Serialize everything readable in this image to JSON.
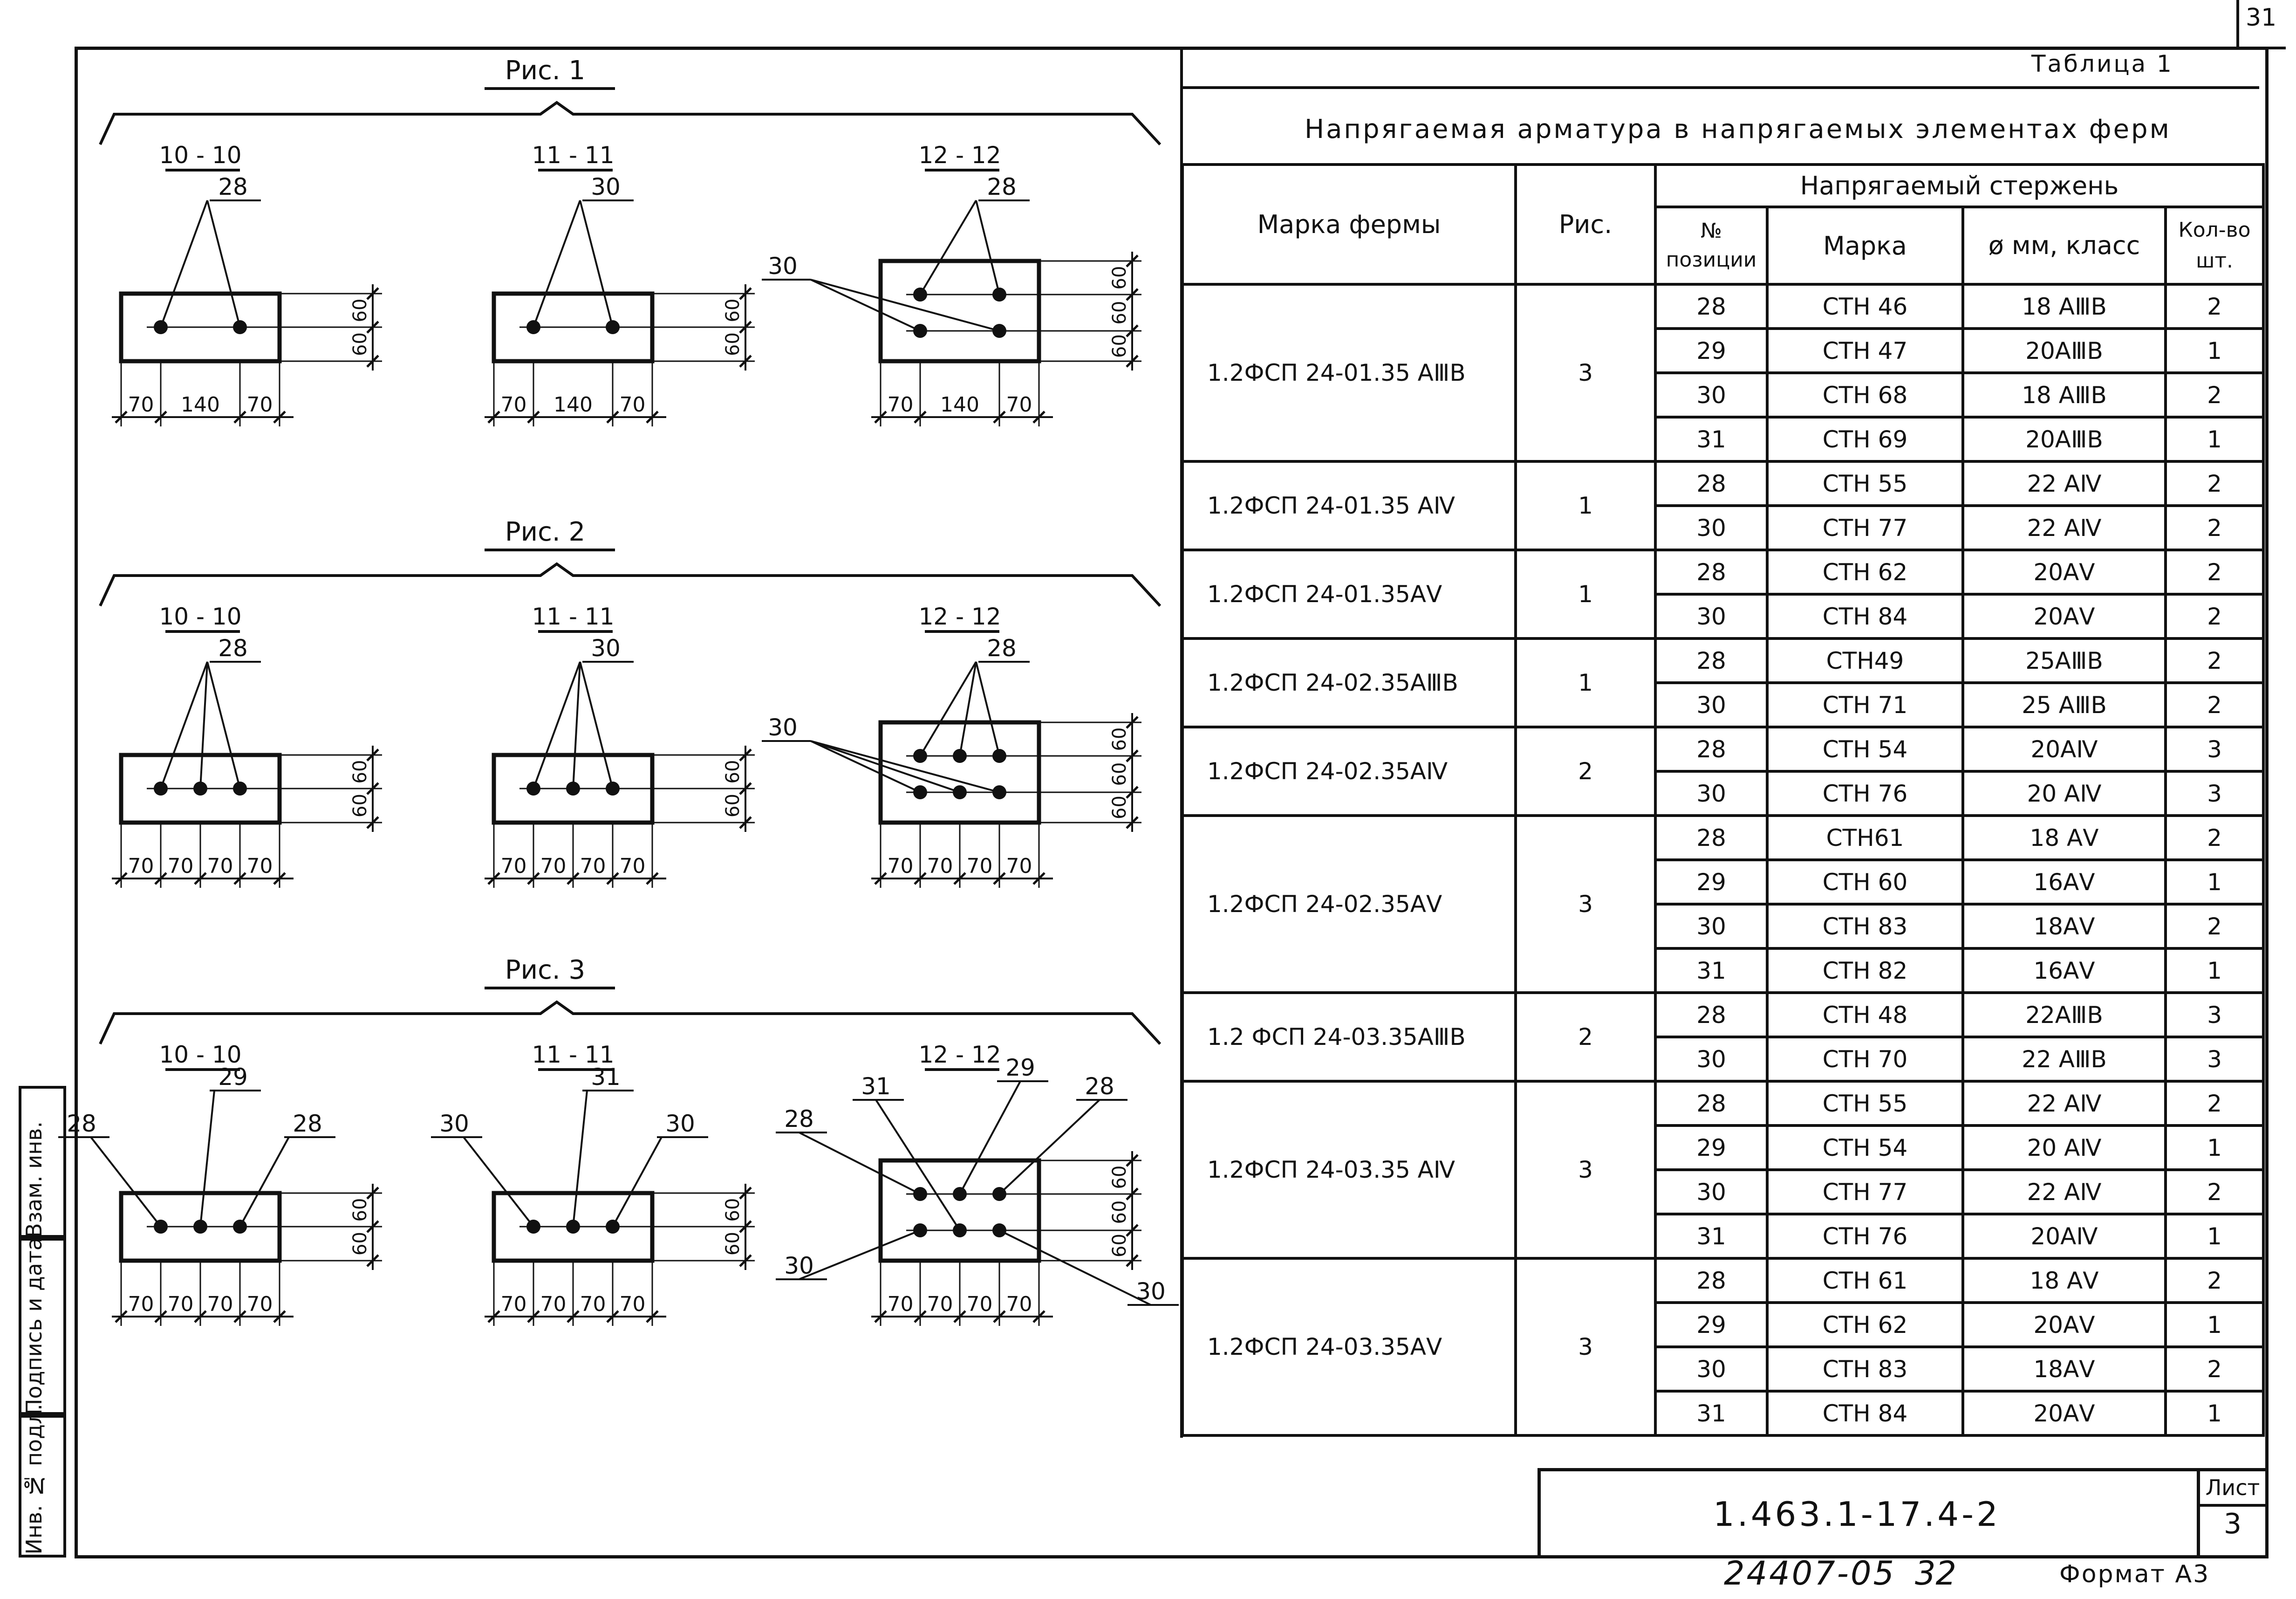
{
  "sheet_corner_number": "31",
  "figures": [
    {
      "title": "Рис. 1",
      "sections": [
        {
          "title": "10 - 10",
          "labels": [
            "28"
          ],
          "dims_bottom": [
            "70",
            "140",
            "70"
          ],
          "dims_right": [
            "60",
            "60"
          ]
        },
        {
          "title": "11 - 11",
          "labels": [
            "30"
          ],
          "dims_bottom": [
            "70",
            "140",
            "70"
          ],
          "dims_right": [
            "60",
            "60"
          ]
        },
        {
          "title": "12 - 12",
          "labels": [
            "28",
            "30"
          ],
          "dims_bottom": [
            "70",
            "140",
            "70"
          ],
          "dims_right": [
            "60",
            "60",
            "60"
          ]
        }
      ]
    },
    {
      "title": "Рис. 2",
      "sections": [
        {
          "title": "10 - 10",
          "labels": [
            "28"
          ],
          "dims_bottom": [
            "70",
            "70",
            "70",
            "70"
          ],
          "dims_right": [
            "60",
            "60"
          ]
        },
        {
          "title": "11 - 11",
          "labels": [
            "30"
          ],
          "dims_bottom": [
            "70",
            "70",
            "70",
            "70"
          ],
          "dims_right": [
            "60",
            "60"
          ]
        },
        {
          "title": "12 - 12",
          "labels": [
            "28",
            "30"
          ],
          "dims_bottom": [
            "70",
            "70",
            "70",
            "70"
          ],
          "dims_right": [
            "60",
            "60",
            "60"
          ]
        }
      ]
    },
    {
      "title": "Рис. 3",
      "sections": [
        {
          "title": "10 - 10",
          "labels": [
            "28",
            "29",
            "28"
          ],
          "dims_bottom": [
            "70",
            "70",
            "70",
            "70"
          ],
          "dims_right": [
            "60",
            "60"
          ]
        },
        {
          "title": "11 - 11",
          "labels": [
            "30",
            "31",
            "30"
          ],
          "dims_bottom": [
            "70",
            "70",
            "70",
            "70"
          ],
          "dims_right": [
            "60",
            "60"
          ]
        },
        {
          "title": "12 - 12",
          "labels": [
            "31",
            "29",
            "28",
            "28",
            "30",
            "30"
          ],
          "dims_bottom": [
            "70",
            "70",
            "70",
            "70"
          ],
          "dims_right": [
            "60",
            "60",
            "60"
          ]
        }
      ]
    }
  ],
  "table": {
    "label": "Таблица 1",
    "title": "Напрягаемая   арматура в напрягаемых элементах ферм",
    "headers": {
      "mark": "Марка фермы",
      "fig": "Рис.",
      "rod_group": "Напрягаемый стержень",
      "pos": "№ позиции",
      "rod_mark": "Марка",
      "diam": "ø мм, класс",
      "qty": "Кол-во шт."
    },
    "groups": [
      {
        "mark": "1.2ФСП 24-01.35 АⅢВ",
        "fig": "3",
        "rows": [
          {
            "pos": "28",
            "mark": "СТН 46",
            "diam": "18 АⅢВ",
            "qty": "2"
          },
          {
            "pos": "29",
            "mark": "СТН 47",
            "diam": "20АⅢВ",
            "qty": "1"
          },
          {
            "pos": "30",
            "mark": "СТН 68",
            "diam": "18 АⅢВ",
            "qty": "2"
          },
          {
            "pos": "31",
            "mark": "СТН 69",
            "diam": "20АⅢВ",
            "qty": "1"
          }
        ]
      },
      {
        "mark": "1.2ФСП 24-01.35 АⅣ",
        "fig": "1",
        "rows": [
          {
            "pos": "28",
            "mark": "СТН 55",
            "diam": "22 АⅣ",
            "qty": "2"
          },
          {
            "pos": "30",
            "mark": "СТН 77",
            "diam": "22 АⅣ",
            "qty": "2"
          }
        ]
      },
      {
        "mark": "1.2ФСП 24-01.35АⅤ",
        "fig": "1",
        "rows": [
          {
            "pos": "28",
            "mark": "СТН 62",
            "diam": "20АⅤ",
            "qty": "2"
          },
          {
            "pos": "30",
            "mark": "СТН 84",
            "diam": "20АⅤ",
            "qty": "2"
          }
        ]
      },
      {
        "mark": "1.2ФСП 24-02.35АⅢВ",
        "fig": "1",
        "rows": [
          {
            "pos": "28",
            "mark": "СТН49",
            "diam": "25АⅢВ",
            "qty": "2"
          },
          {
            "pos": "30",
            "mark": "СТН 71",
            "diam": "25 АⅢВ",
            "qty": "2"
          }
        ]
      },
      {
        "mark": "1.2ФСП 24-02.35АⅣ",
        "fig": "2",
        "rows": [
          {
            "pos": "28",
            "mark": "СТН 54",
            "diam": "20АⅣ",
            "qty": "3"
          },
          {
            "pos": "30",
            "mark": "СТН 76",
            "diam": "20 АⅣ",
            "qty": "3"
          }
        ]
      },
      {
        "mark": "1.2ФСП 24-02.35АⅤ",
        "fig": "3",
        "rows": [
          {
            "pos": "28",
            "mark": "СТН61",
            "diam": "18 АⅤ",
            "qty": "2"
          },
          {
            "pos": "29",
            "mark": "СТН 60",
            "diam": "16АⅤ",
            "qty": "1"
          },
          {
            "pos": "30",
            "mark": "СТН 83",
            "diam": "18АⅤ",
            "qty": "2"
          },
          {
            "pos": "31",
            "mark": "СТН 82",
            "diam": "16АⅤ",
            "qty": "1"
          }
        ]
      },
      {
        "mark": "1.2 ФСП 24-03.35АⅢВ",
        "fig": "2",
        "rows": [
          {
            "pos": "28",
            "mark": "СТН 48",
            "diam": "22АⅢВ",
            "qty": "3"
          },
          {
            "pos": "30",
            "mark": "СТН 70",
            "diam": "22 АⅢВ",
            "qty": "3"
          }
        ]
      },
      {
        "mark": "1.2ФСП 24-03.35 АⅣ",
        "fig": "3",
        "rows": [
          {
            "pos": "28",
            "mark": "СТН 55",
            "diam": "22 АⅣ",
            "qty": "2"
          },
          {
            "pos": "29",
            "mark": "СТН 54",
            "diam": "20 АⅣ",
            "qty": "1"
          },
          {
            "pos": "30",
            "mark": "СТН 77",
            "diam": "22 АⅣ",
            "qty": "2"
          },
          {
            "pos": "31",
            "mark": "СТН 76",
            "diam": "20АⅣ",
            "qty": "1"
          }
        ]
      },
      {
        "mark": "1.2ФСП 24-03.35АⅤ",
        "fig": "3",
        "rows": [
          {
            "pos": "28",
            "mark": "СТН 61",
            "diam": "18 АⅤ",
            "qty": "2"
          },
          {
            "pos": "29",
            "mark": "СТН 62",
            "diam": "20АⅤ",
            "qty": "1"
          },
          {
            "pos": "30",
            "mark": "СТН 83",
            "diam": "18АⅤ",
            "qty": "2"
          },
          {
            "pos": "31",
            "mark": "СТН 84",
            "diam": "20АⅤ",
            "qty": "1"
          }
        ]
      }
    ]
  },
  "stamp": {
    "designation": "1.463.1-17.4-2",
    "sheet_label": "Лист",
    "sheet_number": "3"
  },
  "bottom": {
    "inventory": "24407-05",
    "page": "32",
    "format": "Формат А3"
  },
  "sidebar": {
    "zam": "Взам. инв.",
    "sign": "Подпись и дата",
    "inv": "Инв. № подл."
  }
}
